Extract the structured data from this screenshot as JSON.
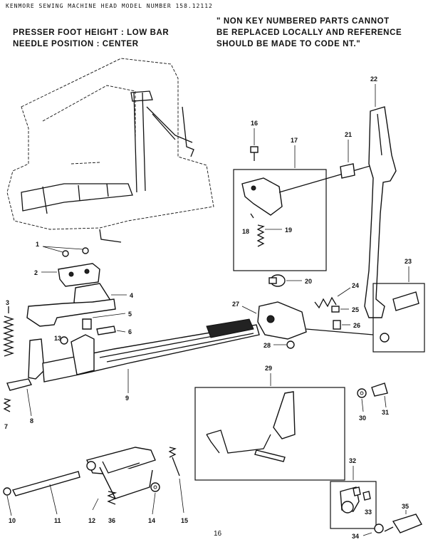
{
  "header": "KENMORE SEWING MACHINE HEAD  MODEL NUMBER 158.12112",
  "spec_lines": [
    "PRESSER FOOT HEIGHT : LOW BAR",
    "NEEDLE POSITION : CENTER"
  ],
  "note_lines": [
    "\" NON KEY NUMBERED PARTS CANNOT",
    "BE REPLACED LOCALLY AND REFERENCE",
    "SHOULD BE MADE TO CODE NT.\""
  ],
  "page_number": "16",
  "callouts": [
    "1",
    "2",
    "3",
    "4",
    "5",
    "6",
    "7",
    "8",
    "9",
    "10",
    "11",
    "12",
    "13",
    "14",
    "15",
    "16",
    "17",
    "18",
    "19",
    "20",
    "21",
    "22",
    "23",
    "24",
    "25",
    "26",
    "27",
    "28",
    "29",
    "30",
    "31",
    "32",
    "33",
    "34",
    "35",
    "36"
  ]
}
